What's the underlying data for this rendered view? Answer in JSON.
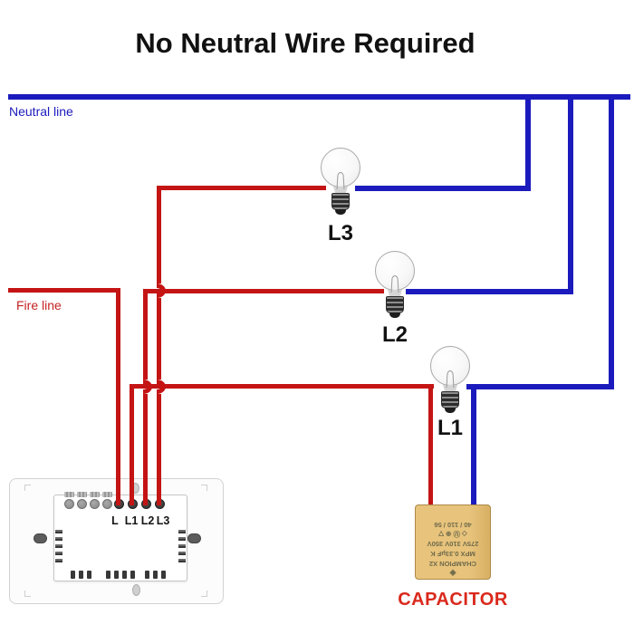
{
  "title": "No Neutral Wire Required",
  "labels": {
    "neutral_line": "Neutral line",
    "fire_line": "Fire line"
  },
  "colors": {
    "wire_blue": "#1b1bbd",
    "wire_red": "#c41414",
    "fire_label_red": "#c62222",
    "capacitor_label_red": "#da291c",
    "capacitor_body_tan": "#e7c37c"
  },
  "bulbs": [
    {
      "id": "L3",
      "label": "L3"
    },
    {
      "id": "L2",
      "label": "L2"
    },
    {
      "id": "L1",
      "label": "L1"
    }
  ],
  "switch": {
    "terminals": [
      "L",
      "L1",
      "L2",
      "L3"
    ]
  },
  "capacitor": {
    "label": "CAPACITOR",
    "markings": [
      "◈",
      "CHAMPION X2",
      "MPX 0.33μF K",
      "275V 310V 350V",
      "◇ Ⓤ ⊕ ▽",
      "40 / 110 / 56"
    ]
  }
}
